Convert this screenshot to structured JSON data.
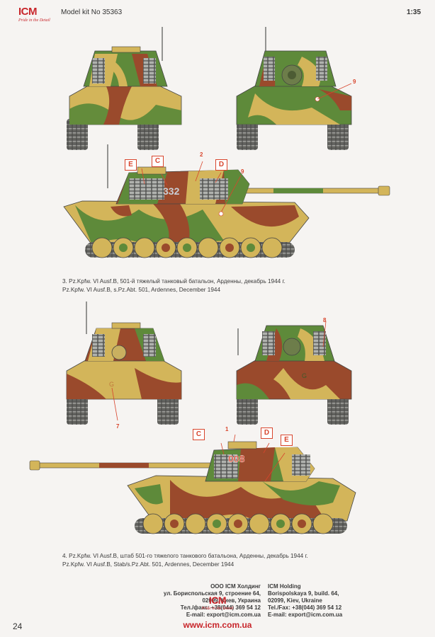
{
  "header": {
    "logo_text": "ICM",
    "logo_tagline": "Pride in the Detail",
    "kit_number": "Model kit No 35363",
    "scale": "1:35"
  },
  "scheme3": {
    "caption_ru": "3. Pz.Kpfw. VI Ausf.B, 501-й тяжелый танковый батальон, Арденны, декабрь 1944 г.",
    "caption_en": "Pz.Kpfw. VI Ausf.B, s.Pz.Abt. 501, Ardennes, December 1944",
    "turret_number": "332",
    "labels": [
      "E",
      "C",
      "D"
    ],
    "callouts": [
      "2",
      "9",
      "9"
    ]
  },
  "scheme4": {
    "caption_ru": "4. Pz.Kpfw. VI Ausf.B, штаб 501-го тяжелого танкового батальона, Арденны, декабрь 1944 г.",
    "caption_en": "Pz.Kpfw. VI Ausf.B, Stab/s.Pz.Abt. 501, Ardennes, December 1944",
    "turret_number": "008",
    "labels": [
      "C",
      "D",
      "E"
    ],
    "callouts": [
      "1",
      "8",
      "7"
    ],
    "marking": "G"
  },
  "footer": {
    "ru_lines": [
      "ООО ICM Холдинг",
      "ул. Бориспольская 9, строение 64,",
      "02099, Киев, Украина",
      "Тел./факс: +38(044) 369 54 12",
      "E-mail: export@icm.com.ua"
    ],
    "en_lines": [
      "ICM Holding",
      "Borispolskaya 9, build. 64,",
      "02099, Kiev, Ukraine",
      "Tel./Fax: +38(044) 369 54 12",
      "E-mail: export@icm.com.ua"
    ],
    "website": "www.icm.com.ua",
    "page_number": "24"
  },
  "colors": {
    "sand": "#d3b55a",
    "green": "#5e8a3a",
    "brown": "#9a4a2c",
    "grey": "#8d8f8e",
    "marking_red": "#d8452d",
    "brand": "#c8262b"
  }
}
